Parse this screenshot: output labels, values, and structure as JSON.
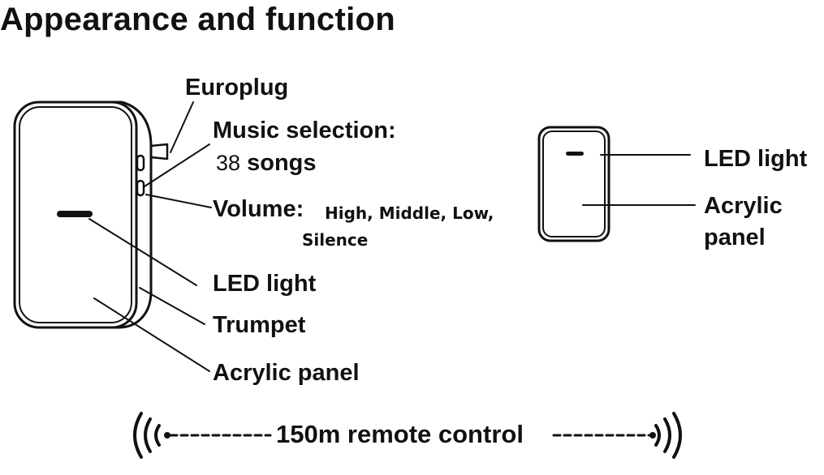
{
  "title": "Appearance and function",
  "receiver": {
    "europlug": "Europlug",
    "music_selection": "Music selection:",
    "songs_count": "38",
    "songs_word": "songs",
    "volume_label": "Volume:",
    "volume_levels": "High, Middle, Low,",
    "volume_silence": "Silence",
    "led_light": "LED light",
    "trumpet": "Trumpet",
    "acrylic_panel": "Acrylic panel"
  },
  "transmitter": {
    "led_light": "LED light",
    "acrylic_line1": "Acrylic",
    "acrylic_line2": "panel"
  },
  "remote": {
    "label": "150m remote control"
  }
}
